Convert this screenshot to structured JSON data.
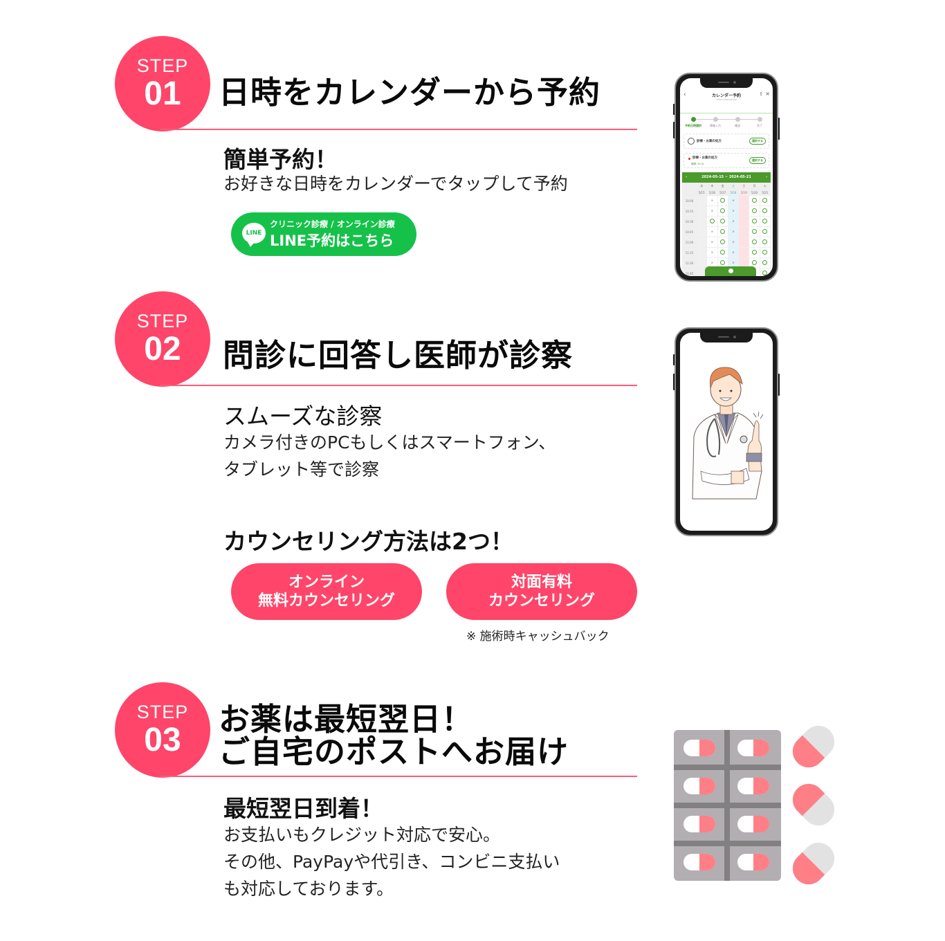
{
  "colors": {
    "accent": "#ff4569",
    "line_green": "#16c14a",
    "calendar_green": "#4b9a2b",
    "pill_red": "#ff7f87"
  },
  "steps": [
    {
      "word": "STEP",
      "number": "01",
      "title": "日時をカレンダーから予約",
      "subhead": "簡単予約！",
      "body": [
        "お好きな日時をカレンダーでタップして予約"
      ],
      "line_button": {
        "icon": "LINE",
        "sub_label": "クリニック診療 / オンライン診療",
        "main_label": "LINE予約はこちら"
      }
    },
    {
      "word": "STEP",
      "number": "02",
      "title": "問診に回答し医師が診察",
      "subhead": "スムーズな診察",
      "body": [
        "カメラ付きのPCもしくはスマートフォン、",
        "タブレット等で診察"
      ],
      "counsel_heading": "カウンセリング方法は2つ！",
      "buttons": [
        {
          "line1": "オンライン",
          "line2": "無料カウンセリング"
        },
        {
          "line1": "対面有料",
          "line2": "カウンセリング"
        }
      ],
      "note": "※ 施術時キャッシュバック"
    },
    {
      "word": "STEP",
      "number": "03",
      "title_lines": [
        "お薬は最短翌日！",
        "ご自宅のポストへお届け"
      ],
      "subhead": "最短翌日到着！",
      "body": [
        "お支払いもクレジット対応で安心。",
        "その他、PayPayや代引き、コンビニ支払い",
        "も対応しております。"
      ]
    }
  ],
  "calendar_app": {
    "title": "カレンダー予約",
    "subtitle": "clinic-reservation",
    "back": "‹",
    "share": "⇧",
    "close": "×",
    "progress": [
      {
        "label": "予約日時選択",
        "active": true
      },
      {
        "label": "情報入力",
        "active": false
      },
      {
        "label": "確認",
        "active": false
      },
      {
        "label": "完了",
        "active": false
      }
    ],
    "cards": [
      {
        "name": "診療・お薬の処方",
        "select": "選択する"
      },
      {
        "name": "診療・お薬の処方",
        "duration": "時間: 30 分",
        "select": "選択する"
      }
    ],
    "range": "2024-05-15 ~ 2024-05-21",
    "prev": "‹",
    "next": "›",
    "weekdays": [
      "水",
      "木",
      "金",
      "土",
      "日",
      "月",
      "火"
    ],
    "dates": [
      "5/15",
      "5/16",
      "5/17",
      "5/18",
      "5/19",
      "5/20",
      "5/21"
    ],
    "slots": [
      {
        "time": "10:00",
        "marks": [
          "",
          "×",
          "○",
          "×",
          "",
          "○",
          "○"
        ]
      },
      {
        "time": "10:15",
        "marks": [
          "",
          "×",
          "○",
          "×",
          "",
          "○",
          "○"
        ]
      },
      {
        "time": "10:30",
        "marks": [
          "",
          "○",
          "○",
          "×",
          "",
          "○",
          "○"
        ]
      },
      {
        "time": "10:45",
        "marks": [
          "",
          "×",
          "○",
          "×",
          "",
          "○",
          "○"
        ]
      },
      {
        "time": "11:00",
        "marks": [
          "",
          "×",
          "○",
          "×",
          "",
          "○",
          "○"
        ]
      },
      {
        "time": "11:15",
        "marks": [
          "",
          "×",
          "○",
          "×",
          "",
          "○",
          "○"
        ]
      },
      {
        "time": "11:30",
        "marks": [
          "",
          "×",
          "○",
          "×",
          "",
          "○",
          "○"
        ]
      },
      {
        "time": "11:45",
        "marks": [
          "",
          "×",
          "○",
          "×",
          "",
          "×",
          "○"
        ]
      }
    ]
  }
}
